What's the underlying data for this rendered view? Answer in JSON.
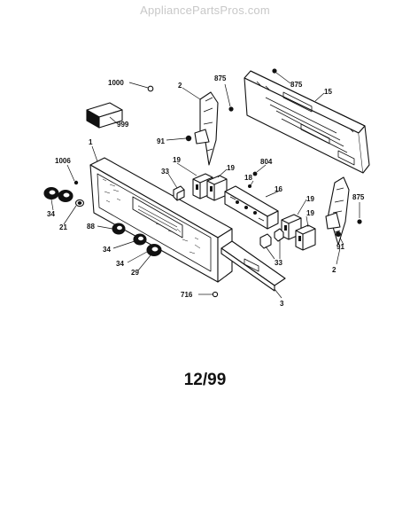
{
  "watermark": "AppliancePartsPros.com",
  "date_code": "12/99",
  "parts": {
    "p1000": "1000",
    "p999": "999",
    "p875a": "875",
    "p875b": "875",
    "p875c": "875",
    "p15": "15",
    "p2a": "2",
    "p2b": "2",
    "p91a": "91",
    "p91b": "91",
    "p1": "1",
    "p1006": "1006",
    "p34a": "34",
    "p34b": "34",
    "p34c": "34",
    "p21": "21",
    "p33a": "33",
    "p33b": "33",
    "p19a": "19",
    "p19b": "19",
    "p19c": "19",
    "p19d": "19",
    "p804": "804",
    "p18": "18",
    "p16": "16",
    "p88": "88",
    "p29": "29",
    "p716": "716",
    "p3": "3"
  }
}
